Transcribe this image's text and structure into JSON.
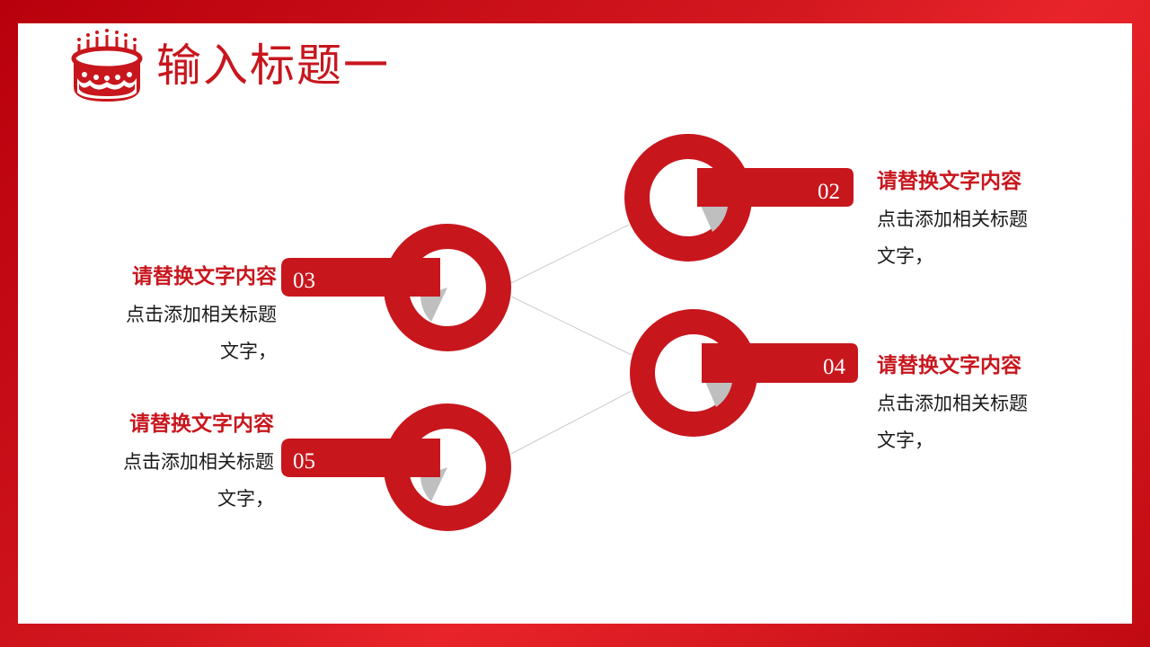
{
  "slide": {
    "title": "输入标题一",
    "title_icon": "birthday-cake-icon",
    "colors": {
      "primary_red": "#c8161d",
      "frame_red": "#c00a12",
      "wedge_grey": "#bfbfbf",
      "connector_grey": "#cccccc",
      "text_dark": "#1a1a1a",
      "background": "#ffffff"
    }
  },
  "items": [
    {
      "number": "02",
      "heading": "请替换文字内容",
      "body_line1": "点击添加相关标题",
      "body_line2": "文字，",
      "side": "right"
    },
    {
      "number": "03",
      "heading": "请替换文字内容",
      "body_line1": "点击添加相关标题",
      "body_line2": "文字，",
      "side": "left"
    },
    {
      "number": "04",
      "heading": "请替换文字内容",
      "body_line1": "点击添加相关标题",
      "body_line2": "文字，",
      "side": "right"
    },
    {
      "number": "05",
      "heading": "请替换文字内容",
      "body_line1": "点击添加相关标题",
      "body_line2": "文字，",
      "side": "left"
    }
  ]
}
